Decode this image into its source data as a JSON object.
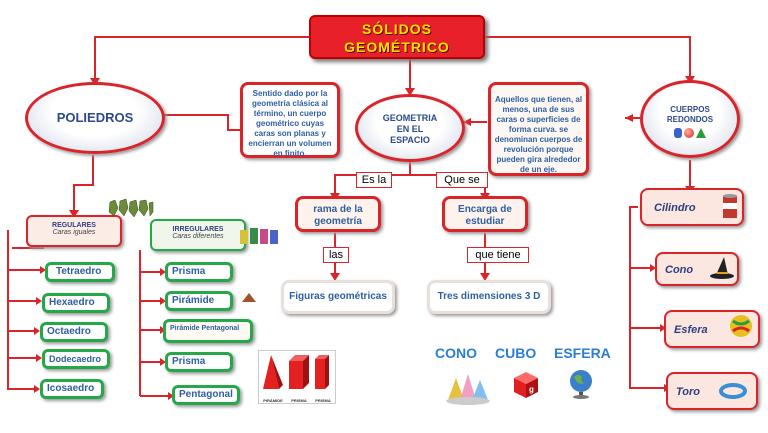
{
  "title": {
    "line1": "SÓLIDOS",
    "line2": "GEOMÉTRICO"
  },
  "poliedros": {
    "label": "POLIEDROS"
  },
  "center": {
    "line1": "GEOMETRIA",
    "line2": "EN EL",
    "line3": "ESPACIO"
  },
  "cuerpos": {
    "line1": "CUERPOS",
    "line2": "REDONDOS"
  },
  "desc_left": "Sentido dado por la geometría clásica al término, un cuerpo geométrico cuyas caras son planas y encierran un volumen en finito.",
  "desc_right": "Aquellos que tienen, al menos, una de sus caras o superficies de forma curva. se denominan cuerpos de revolución porque pueden gira alrededor de un eje.",
  "connectors": {
    "es_la": "Es la",
    "que_se": "Que se",
    "las": "las",
    "que_tiene": "que tiene"
  },
  "mid_boxes": {
    "rama": "rama de la geometría",
    "encarga": "Encarga de estudiar",
    "figuras": "Figuras geométricas",
    "tres": "Tres dimensiones 3 D"
  },
  "regulares": {
    "title": "REGULARES",
    "subtitle": "Caras iguales",
    "items": [
      "Tetraedro",
      "Hexaedro",
      "Octaedro",
      "Dodecaedro",
      "Icosaedro"
    ]
  },
  "irregulares": {
    "title": "IRREGULARES",
    "subtitle": "Caras diferentes",
    "items": [
      "Prisma",
      "Pirámide",
      "Pirámide Pentagonal",
      "Prisma",
      "Pentagonal"
    ]
  },
  "round_bodies": [
    "Cilindro",
    "Cono",
    "Esfera",
    "Toro"
  ],
  "bottom_labels": [
    "CONO",
    "CUBO",
    "ESFERA"
  ],
  "solid_labels": [
    "PIRÁMIDE",
    "PRISMA",
    "PRISMA"
  ],
  "colors": {
    "red": "#d9242a",
    "green": "#26a84a",
    "blue": "#2e5fa0",
    "yellow": "#ffe600"
  }
}
